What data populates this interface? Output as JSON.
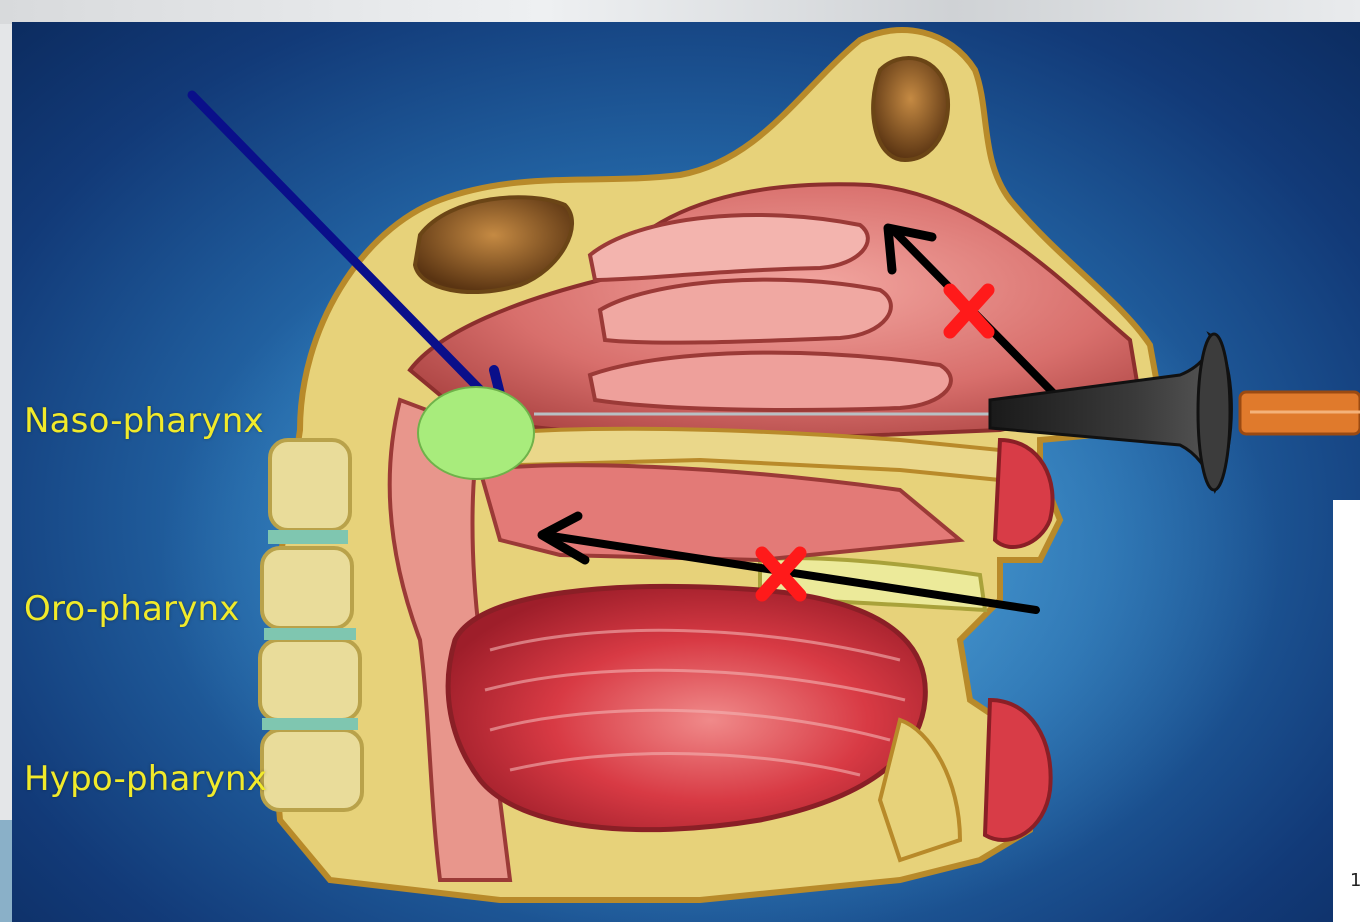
{
  "labels": {
    "naso": "Naso-pharynx",
    "oro": "Oro-pharynx",
    "hypo": "Hypo-pharynx"
  },
  "colors": {
    "label_text": "#f1ea2a",
    "background_blue": "#1f5fa0",
    "target_circle": "#a8ec7c",
    "pointer_arrow": "#0a0f8a",
    "path_arrow": "#000000",
    "blocked_mark": "#ff1a1a",
    "speculum": "#2c2c2c",
    "light_source": "#e07a2c"
  },
  "icons": {
    "blocked_mark": "red-x-icon",
    "instrument": "nasal-speculum-icon"
  }
}
